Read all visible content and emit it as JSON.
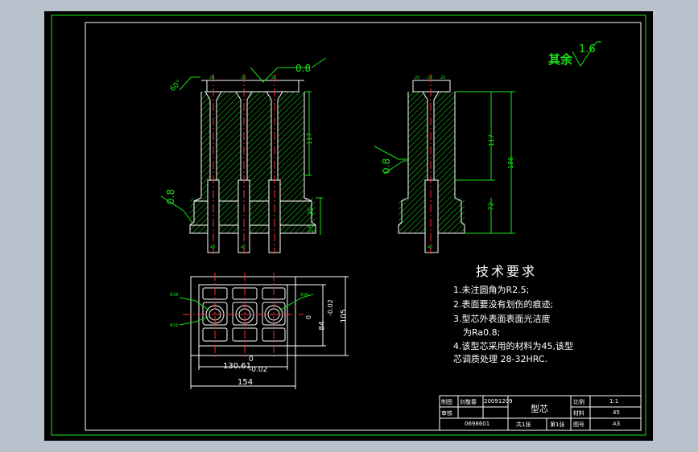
{
  "canvas": {
    "background": "#000000",
    "outer_bg": "#b9c2cc",
    "frame_color": "#17e317",
    "line_color": "#ffffff",
    "hatch_color": "#17e317",
    "center_color": "#ff3030"
  },
  "annotations": {
    "roughness_default_label": "其余",
    "roughness_default_value": "1.6",
    "roughness_front_top": "0.8",
    "roughness_front_left": "0.8",
    "roughness_side": "0.8",
    "angle_label": "60°"
  },
  "front_view": {
    "dim_117": "117",
    "dim_35": "35",
    "dim_16": "16",
    "top_widths": [
      "20",
      "20",
      "20"
    ],
    "bottom_widths": [
      "40",
      "40"
    ]
  },
  "side_view": {
    "dim_117": "117",
    "dim_186": "186",
    "dim_72": "72",
    "top_widths": [
      "20",
      "20",
      "20"
    ],
    "bottom_width": "40"
  },
  "top_view": {
    "dim_width_main": "130.61",
    "dim_width_tol_upper": "0",
    "dim_width_tol_lower": "-0.02",
    "dim_width_total": "154",
    "dim_height": "84",
    "dim_height_tol_upper": "0",
    "dim_height_tol_lower": "-0.02",
    "dim_height_total": "105",
    "label_left_a": "Φ38",
    "label_left_b": "Φ16",
    "label_right": "Φ38"
  },
  "requirements": {
    "title": "技术要求",
    "items": [
      "1.未注圆角为R2.5;",
      "2.表面要没有划伤的痕迹;",
      "3.型芯外表面表面光洁度",
      "为Ra0.8;",
      "4.该型芯采用的材料为45,该型",
      "芯调质处理 28-32HRC."
    ]
  },
  "title_block": {
    "drawn_label": "制图",
    "drawn_name": "刘敬春",
    "drawn_date": "20091209",
    "checked_label": "审核",
    "part_name": "型芯",
    "scale_label": "比例",
    "scale_value": "1:1",
    "material_label": "材料",
    "material_value": "45",
    "drawing_number": "0698601",
    "sheets_total": "共1张",
    "sheet_number": "第1张",
    "paper_label": "图号",
    "paper_value": "A3"
  }
}
